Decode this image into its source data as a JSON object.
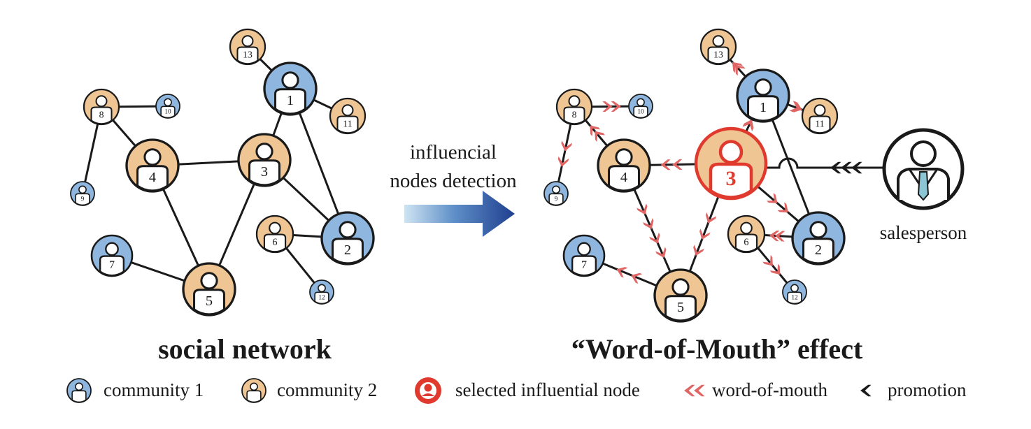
{
  "titles": {
    "left": "social network",
    "right": "“Word-of-Mouth” effect"
  },
  "transition": {
    "line1": "influencial",
    "line2": "nodes detection"
  },
  "salesperson_label": "salesperson",
  "legend": {
    "community1": "community 1",
    "community2": "community 2",
    "selected": "selected influential node",
    "wom": "word-of-mouth",
    "promotion": "promotion"
  },
  "colors": {
    "community1": "#8fb6de",
    "community2": "#efc594",
    "selected": "#e03a2e",
    "word_of_mouth": "#e06666",
    "promotion": "#1a1a1a",
    "outline": "#1a1a1a"
  },
  "nodes": [
    {
      "id": "1",
      "label": "1",
      "community": 1
    },
    {
      "id": "2",
      "label": "2",
      "community": 1
    },
    {
      "id": "3",
      "label": "3",
      "community": 2
    },
    {
      "id": "4",
      "label": "4",
      "community": 2
    },
    {
      "id": "5",
      "label": "5",
      "community": 2
    },
    {
      "id": "6",
      "label": "6",
      "community": 2
    },
    {
      "id": "7",
      "label": "7",
      "community": 1
    },
    {
      "id": "8",
      "label": "8",
      "community": 2
    },
    {
      "id": "9",
      "label": "9",
      "community": 1
    },
    {
      "id": "10",
      "label": "10",
      "community": 1
    },
    {
      "id": "11",
      "label": "11",
      "community": 2
    },
    {
      "id": "12",
      "label": "12",
      "community": 1
    },
    {
      "id": "13",
      "label": "13",
      "community": 2
    }
  ],
  "edges": [
    [
      "13",
      "1"
    ],
    [
      "1",
      "11"
    ],
    [
      "1",
      "3"
    ],
    [
      "1",
      "2"
    ],
    [
      "3",
      "4"
    ],
    [
      "3",
      "2"
    ],
    [
      "3",
      "5"
    ],
    [
      "4",
      "5"
    ],
    [
      "4",
      "8"
    ],
    [
      "8",
      "10"
    ],
    [
      "8",
      "9"
    ],
    [
      "7",
      "5"
    ],
    [
      "6",
      "2"
    ],
    [
      "6",
      "12"
    ]
  ],
  "selected_node": "3",
  "word_of_mouth_flows": [
    [
      "3",
      "1"
    ],
    [
      "3",
      "4"
    ],
    [
      "3",
      "5"
    ],
    [
      "3",
      "2"
    ],
    [
      "1",
      "13"
    ],
    [
      "1",
      "11"
    ],
    [
      "4",
      "8"
    ],
    [
      "8",
      "10"
    ],
    [
      "8",
      "9"
    ],
    [
      "4",
      "5"
    ],
    [
      "5",
      "7"
    ],
    [
      "2",
      "6"
    ],
    [
      "6",
      "12"
    ]
  ],
  "promotion_flow": [
    "salesperson",
    "3"
  ]
}
